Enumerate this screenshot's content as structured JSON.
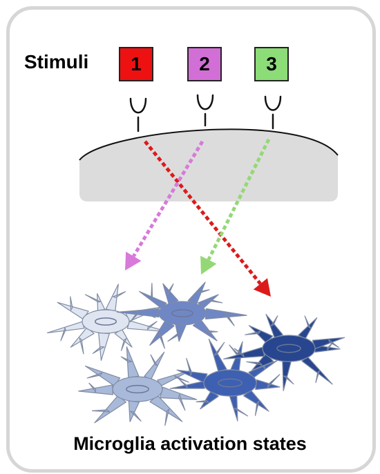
{
  "stimuli": {
    "label": "Stimuli",
    "items": [
      {
        "number": "1",
        "color": "#ee1111"
      },
      {
        "number": "2",
        "color": "#d26fd6"
      },
      {
        "number": "3",
        "color": "#8cdc78"
      }
    ]
  },
  "cell_membrane_color": "#dcdcdc",
  "arrows": [
    {
      "from_stimulus": "1",
      "to_state": "4",
      "color": "#dd1a1a"
    },
    {
      "from_stimulus": "2",
      "to_state": "1",
      "color": "#d77ad9"
    },
    {
      "from_stimulus": "3",
      "to_state": "2",
      "color": "#94d876"
    }
  ],
  "microglia_state_colors": [
    "#dfe6f1",
    "#a8b9d9",
    "#6f87c5",
    "#3e60b2",
    "#27468f"
  ],
  "caption": "Microglia activation states"
}
